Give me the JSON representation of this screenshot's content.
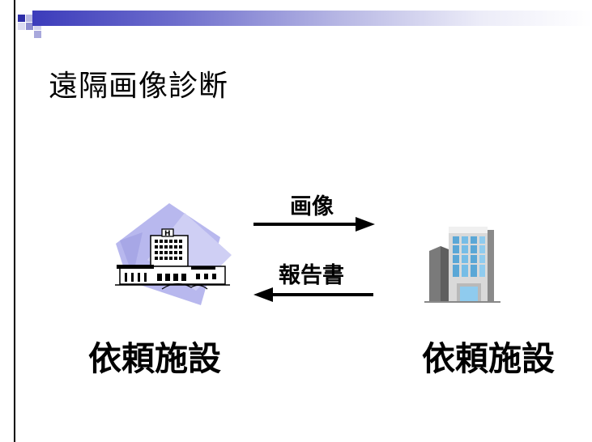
{
  "slide": {
    "title": "遠隔画像診断"
  },
  "diagram": {
    "arrow_right_label": "画像",
    "arrow_left_label": "報告書",
    "left_facility_label": "依頼施設",
    "right_facility_label": "依頼施設"
  },
  "icons": {
    "left": "hospital-building-icon",
    "right": "office-building-icon"
  },
  "colors": {
    "accent": "#3c3cbb",
    "diamond_background": "#b8b8ee"
  }
}
